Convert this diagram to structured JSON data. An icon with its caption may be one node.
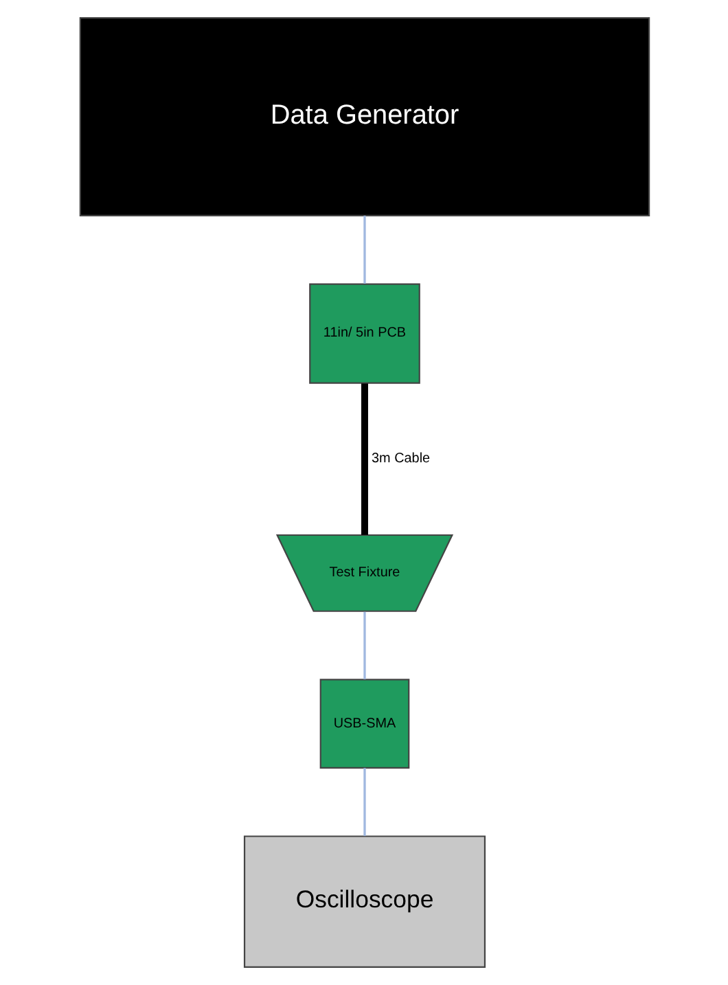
{
  "diagram": {
    "nodes": [
      {
        "text": [
          "Data Generator"
        ]
      },
      {
        "text": [
          "11in/ 5in PCB"
        ]
      },
      {
        "text": [
          "Test Fixture"
        ]
      },
      {
        "text": [
          "USB-SMA"
        ]
      },
      {
        "text": [
          "Oscilloscope"
        ]
      }
    ],
    "edges": [
      {
        "from": 0,
        "to": 1,
        "arrow": "none"
      },
      {
        "from": 1,
        "to": 2,
        "arrow": "none",
        "label": "3m Cable",
        "style": "thick",
        "color": "#000000"
      },
      {
        "from": 2,
        "to": 3,
        "arrow": "none"
      },
      {
        "from": 3,
        "to": 4,
        "arrow": "none"
      }
    ]
  }
}
